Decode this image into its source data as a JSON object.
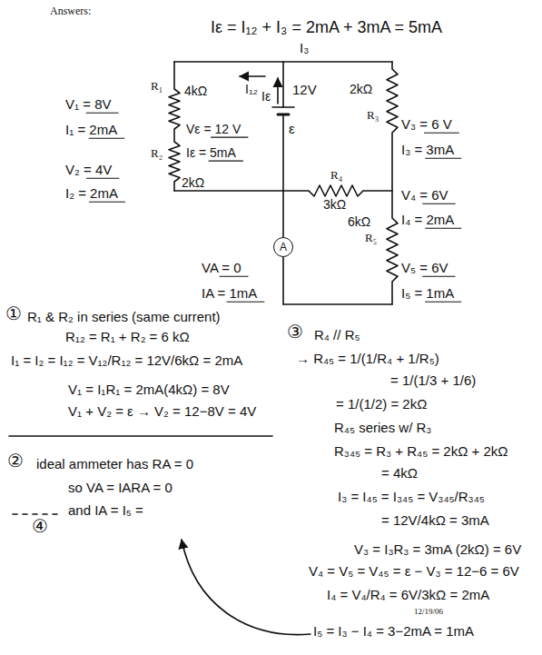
{
  "diagram": {
    "nodes": [
      {
        "text": [
          "A"
        ]
      }
    ],
    "labels": [
      "Answers:",
      "Iε = I₁₂ + I₃ = 2mA + 3mA = 5mA",
      "I₃",
      "4kΩ",
      "R₁",
      "I₁₂",
      "Iε",
      "12V",
      "ε",
      "2kΩ",
      "R₃",
      "R₂",
      "2kΩ",
      "Vε = 12 V",
      "Iε = 5mA",
      "R₄",
      "3kΩ",
      "6kΩ",
      "R₅",
      "V₁ = 8V",
      "I₁ = 2mA",
      "V₂ = 4V",
      "I₂ = 2mA",
      "V₃ = 6 V",
      "I₃ = 3mA",
      "V₄ = 6V",
      "I₄ = 2mA",
      "V₅ = 6V",
      "I₅ = 1mA",
      "VA = 0",
      "IA = 1mA",
      "①",
      "R₁ & R₂ in series (same current)",
      "R₁₂ = R₁ + R₂ = 6 kΩ",
      "I₁ = I₂ = I₁₂ = V₁₂/R₁₂ = 12V/6kΩ = 2mA",
      "V₁ = I₁R₁ = 2mA(4kΩ) = 8V",
      "V₁ + V₂ = ε → V₂ = 12−8V = 4V",
      "②",
      "ideal ammeter has RA = 0",
      "so VA = IARA = 0",
      "and IA = I₅ =",
      "④",
      "③",
      "R₄ // R₅",
      "→ R₄₅ = 1/(1/R₄ + 1/R₅)",
      "= 1/(1/3 + 1/6)",
      "= 1/(1/2) = 2kΩ",
      "R₄₅ series w/ R₃",
      "R₃₄₅ = R₃ + R₄₅ = 2kΩ + 2kΩ",
      "= 4kΩ",
      "I₃ = I₄₅ = I₃₄₅ = V₃₄₅/R₃₄₅",
      "= 12V/4kΩ = 3mA",
      "V₃ = I₃R₃ = 3mA (2kΩ) = 6V",
      "V₄ = V₅ = V₄₅ = ε − V₃ = 12−6 = 6V",
      "I₄ = V₄/R₄ = 6V/3kΩ = 2mA",
      "12/19/06",
      "I₅ = I₃ − I₄ = 3−2mA = 1mA"
    ]
  }
}
